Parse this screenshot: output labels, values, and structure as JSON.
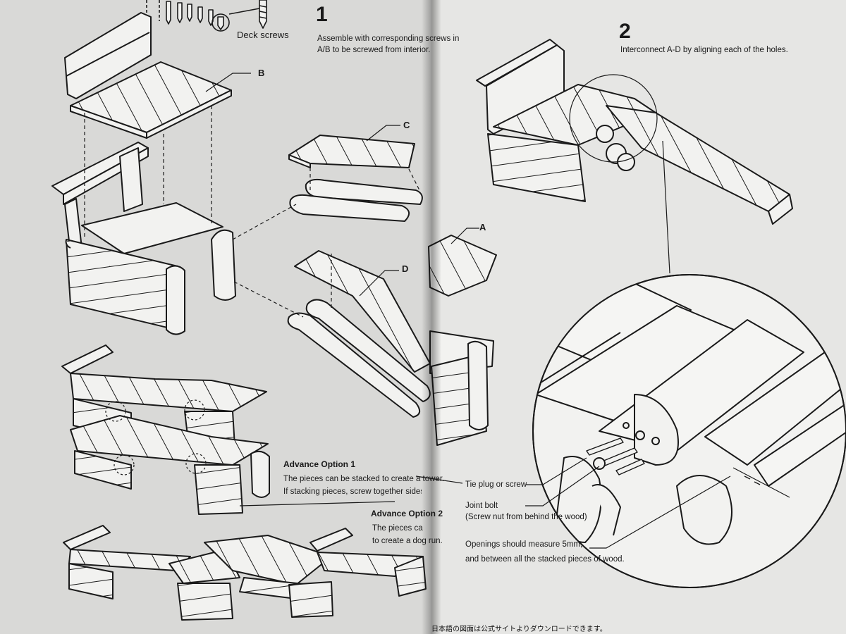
{
  "left_page": {
    "step_number": "1",
    "instruction": [
      "Assemble with corresponding screws in",
      "A/B to be screwed from interior."
    ],
    "screw_label": "Deck screws",
    "part_labels": [
      "A",
      "B",
      "C",
      "D"
    ],
    "option1": {
      "title": "Advance Option 1",
      "lines": [
        "The pieces can be stacked to create a tower.",
        "If stacking pieces, screw together sides in two locations."
      ]
    },
    "option2": {
      "title": "Advance Option 2",
      "lines": [
        "The pieces can be layered",
        "to create a dog run."
      ]
    }
  },
  "right_page": {
    "step_number": "2",
    "instruction": "Interconnect A-D by aligning each of the holes.",
    "callouts": {
      "tie_plug": "Tie plug or screw",
      "joint_bolt": [
        "Joint bolt",
        "(Screw nut from behind the wood)"
      ],
      "openings": [
        "Openings should measure 5mm,",
        "and between all the stacked pieces of wood."
      ]
    },
    "footer_japanese": "日本語の図面は公式サイトよりダウンロードできます。"
  },
  "colors": {
    "paper_left": "#d9d9d7",
    "paper_right": "#e6e6e4",
    "ink": "#1a1a1a",
    "wood_fill": "#f2f2f0"
  }
}
